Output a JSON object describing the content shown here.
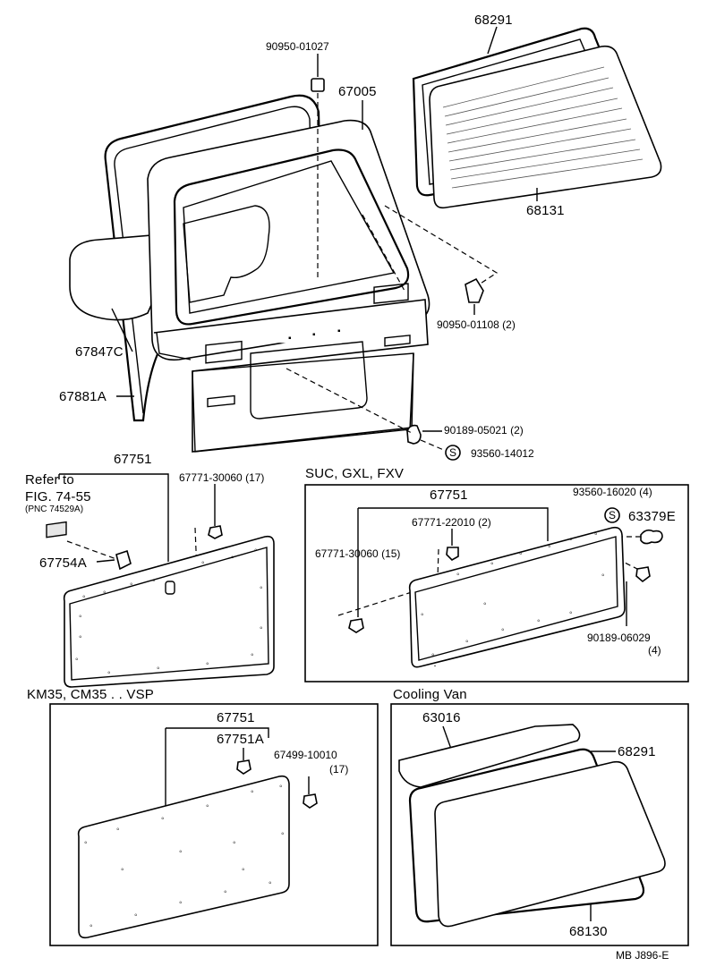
{
  "parts": {
    "p68291_top": "68291",
    "p90950_01027": "90950-01027",
    "p67005": "67005",
    "p68131": "68131",
    "p90950_01108": "90950-01108 (2)",
    "p67847C": "67847C",
    "p67881A": "67881A",
    "p90189_05021": "90189-05021 (2)",
    "p93560_14012": "93560-14012",
    "s_symbol": "S"
  },
  "left_panel": {
    "p67751": "67751",
    "refer_line1": "Refer to",
    "refer_line2": "FIG. 74-55",
    "refer_line3": "(PNC 74529A)",
    "p67771_30060": "67771-30060 (17)",
    "p67754A": "67754A"
  },
  "box_suc": {
    "title": "SUC, GXL, FXV",
    "p67751": "67751",
    "p93560_16020": "93560-16020 (4)",
    "p63379E": "63379E",
    "p67771_22010": "67771-22010 (2)",
    "p67771_30060": "67771-30060 (15)",
    "p90189_06029": "90189-06029",
    "p90189_06029_qty": "(4)"
  },
  "box_km": {
    "title": "KM35, CM35 . . VSP",
    "p67751": "67751",
    "p67751A": "67751A",
    "p67499_10010": "67499-10010",
    "p67499_10010_qty": "(17)"
  },
  "box_cooling": {
    "title": "Cooling Van",
    "p63016": "63016",
    "p68291": "68291",
    "p68130": "68130"
  },
  "footer": {
    "code": "MB  J896-E"
  }
}
